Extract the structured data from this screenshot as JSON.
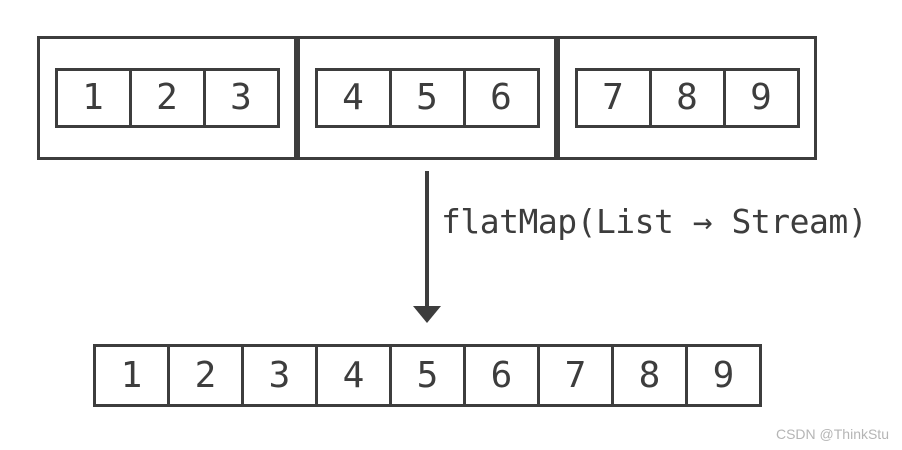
{
  "diagram": {
    "title_semantics": "flatMap flattening three lists into one stream",
    "lists": [
      {
        "values": [
          "1",
          "2",
          "3"
        ]
      },
      {
        "values": [
          "4",
          "5",
          "6"
        ]
      },
      {
        "values": [
          "7",
          "8",
          "9"
        ]
      }
    ],
    "arrow_label": "flatMap(List → Stream)",
    "flattened": [
      "1",
      "2",
      "3",
      "4",
      "5",
      "6",
      "7",
      "8",
      "9"
    ],
    "colors": {
      "stroke": "#3d3d3d",
      "background": "#ffffff",
      "watermark": "#b5b5b5"
    }
  },
  "watermark": "CSDN @ThinkStu"
}
